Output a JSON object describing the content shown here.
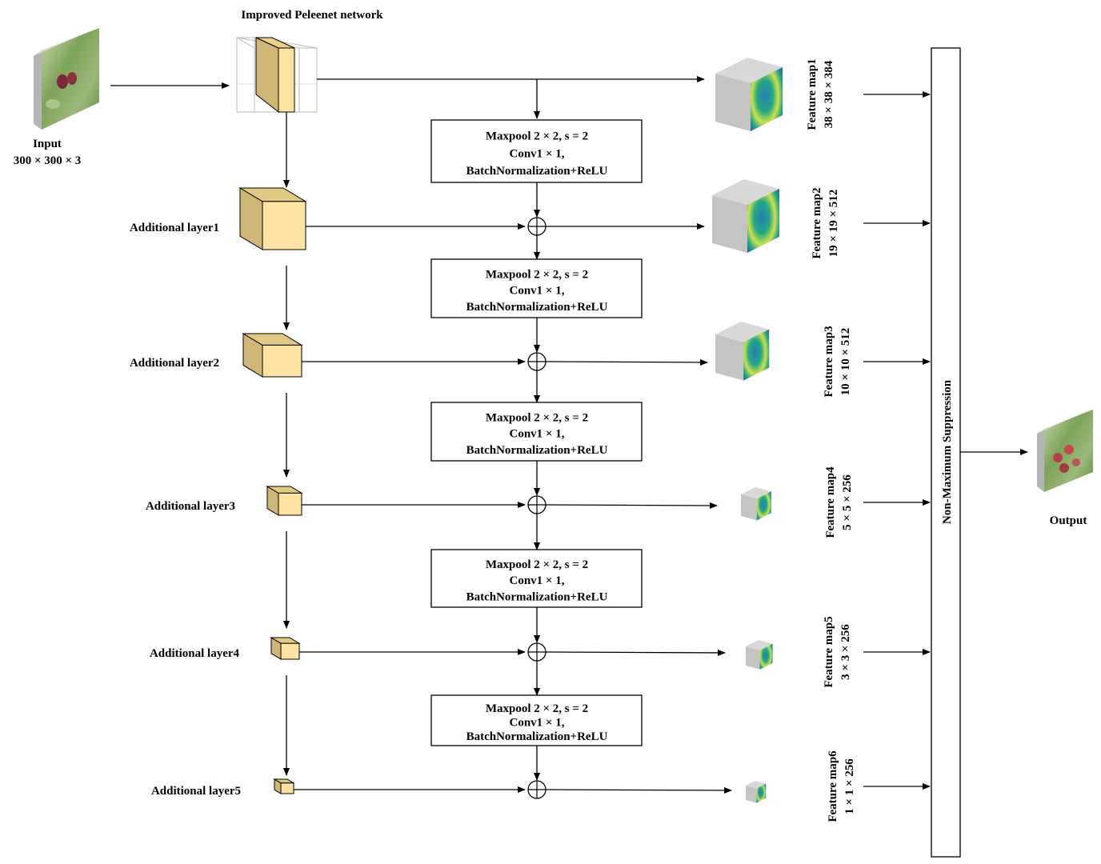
{
  "title": "Improved Peleenet network",
  "input": {
    "label": "Input",
    "size": "300 × 300 × 3"
  },
  "output": {
    "label": "Output"
  },
  "nms": {
    "label": "Non-Maximum Suppression"
  },
  "conv_block": {
    "line1": "Maxpool 2 × 2, s = 2",
    "line2": "Conv1 × 1,",
    "line3": "BatchNormalization+ReLU"
  },
  "additional_layers": [
    "Additional layer1",
    "Additional layer2",
    "Additional layer3",
    "Additional layer4",
    "Additional layer5"
  ],
  "feature_maps": [
    {
      "name": "Feature map1",
      "size": "38 × 38 × 384"
    },
    {
      "name": "Feature map2",
      "size": "19 × 19 × 512"
    },
    {
      "name": "Feature map3",
      "size": "10 × 10 × 512"
    },
    {
      "name": "Feature map4",
      "size": "5 × 5 × 256"
    },
    {
      "name": "Feature map5",
      "size": "3 × 3 × 256"
    },
    {
      "name": "Feature map6",
      "size": "1 × 1 × 256"
    }
  ],
  "colors": {
    "cube_front": "#ffe3a0",
    "cube_side": "#cdb676",
    "fmap_gray": "#c4c4c4",
    "fmap_teal": "#2aa88a",
    "fmap_yellow": "#d8e04a"
  }
}
